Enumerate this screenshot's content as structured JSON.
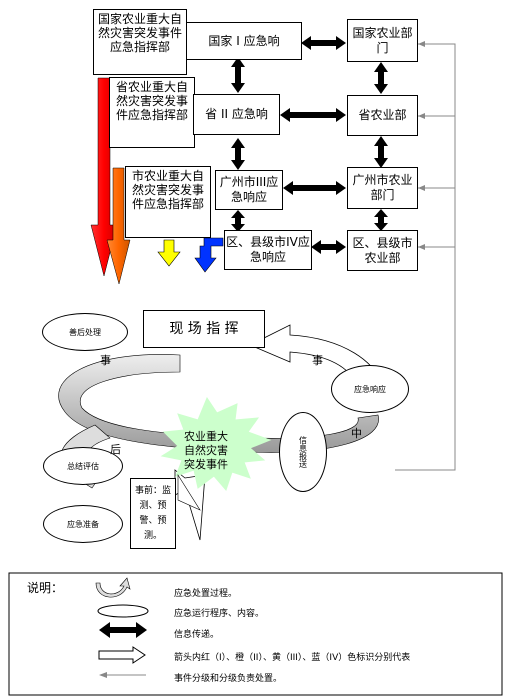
{
  "command": {
    "national": "国家农业重大自然灾害突发事件应急指挥部",
    "provincial": "省农业重大自然灾害突发事件应急指挥部",
    "city": "市农业重大自然灾害突发事件应急指挥部"
  },
  "response": {
    "level1": "国家 I 应急响",
    "level2": "省 II 应急响",
    "level3": "广州市III应急响应",
    "level4": "区、县级市IV应急响应"
  },
  "departments": {
    "national": "国家农业部门",
    "provincial": "省农业部",
    "city": "广州市农业部门",
    "district": "区、县级市农业部"
  },
  "cycle": {
    "onsite": "现 场 指 挥",
    "aftermath": "善后处理",
    "response": "应急响应",
    "summary": "总结评估",
    "prepare": "应急准备",
    "info_report": "信息报送",
    "event": "农业重大自然灾害突发事件",
    "pre_event": "事前：监测、预警、预测。",
    "during_char1": "事",
    "during_char2": "中",
    "after_char1": "事",
    "after_char2": "后"
  },
  "legend": {
    "title": "说明：",
    "item1": "应急处置过程。",
    "item2": "应急运行程序、内容。",
    "item3": "信息传递。",
    "item4": "箭头内红（I）、橙（II）、黄（III）、蓝（IV）色标识分别代表",
    "item5": "事件分级和分级负责处置。"
  },
  "colors": {
    "red": "#ff0000",
    "orange": "#ff6600",
    "yellow": "#ffff00",
    "blue": "#0033ff",
    "burst": "#ccffcc"
  }
}
